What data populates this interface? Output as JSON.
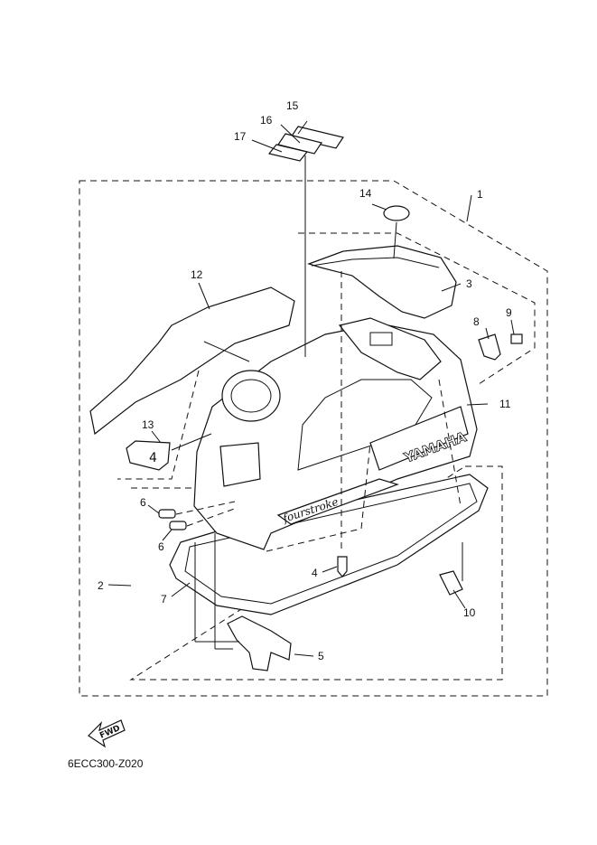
{
  "diagram": {
    "code": "6ECC300-Z020",
    "fwd_label": "FWD",
    "brand_text": "YAMAHA",
    "decal_text": "fourstroke",
    "decal_13_text": "4",
    "callouts": {
      "c1": "1",
      "c2": "2",
      "c3": "3",
      "c4": "4",
      "c5": "5",
      "c6a": "6",
      "c6b": "6",
      "c7": "7",
      "c8": "8",
      "c9": "9",
      "c10": "10",
      "c11": "11",
      "c12": "12",
      "c13": "13",
      "c14": "14",
      "c15": "15",
      "c16": "16",
      "c17": "17"
    }
  }
}
